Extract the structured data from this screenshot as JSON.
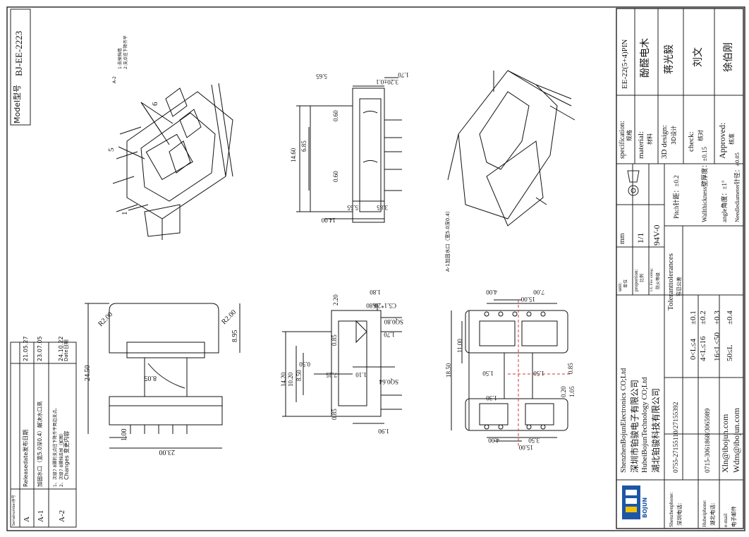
{
  "model": {
    "label": "Model型号",
    "value": "BJ-EE-2223"
  },
  "changes": {
    "title": "Changes 变更内容",
    "date_header": "Date日期",
    "serial_header": "Serialnumber序号",
    "rows": [
      {
        "serial": "A",
        "content": "Releasedate发布日期",
        "date": "21.05.27"
      },
      {
        "serial": "A-1",
        "content": "加固水口（宽5.0深0.4）解决水口高",
        "date": "23.07.05"
      },
      {
        "serial": "A-2",
        "content": "1、次级7 8脚的支点往下降齐平两边支点。",
        "content2": "2、次级7 8脚挡去掉（如图）",
        "date": "24.10.22"
      }
    ]
  },
  "views": {
    "iso_note_a": "A-2",
    "iso_note_1": "1:去掉挡墙",
    "iso_note_2": "2:支点往下降齐平",
    "iso_pin_labels": [
      "6",
      "5",
      "1"
    ],
    "water_gate_note": "A-1加固水口（宽5.0深0.4）",
    "side_dims": {
      "d14_60": "14.60",
      "d6_85": "6.85",
      "d0_60a": "0.60",
      "d0_60b": "0.60",
      "d5_65": "5.65",
      "d1_70": "1.70",
      "d3_20": "3.20±0.1",
      "d3_85": "3.85",
      "d5_55": "5.55",
      "d14_00": "14.00"
    },
    "front_dims": {
      "r2_00a": "R2.00",
      "r2_00b": "R2.00",
      "d24_50": "24.50",
      "d8_95": "8.95",
      "d8_05": "8.05",
      "d1_00": "1.00",
      "d23_00": "23.00"
    },
    "section_dims": {
      "d2_20": "2.20",
      "d0_80a": "0.80",
      "d1_80": "1.80",
      "c5_1": "C5.1*2.6",
      "sq0_80": "SQ0.80",
      "d1_70": "1.70",
      "d0_85a": "0.85",
      "d14_20": "14.20",
      "d10_20": "10.20",
      "d8_50": "8.50",
      "d0_50": "0.50",
      "d7_25": "7.25",
      "d1_10": "1.10",
      "d0_85b": "0.85",
      "sq0_64": "SQ0.64",
      "d1_90": "1.90"
    },
    "bottom_dims": {
      "d15_00a": "15.00",
      "d4_00a": "4.00",
      "d7_00": "7.00",
      "d18_50": "18.50",
      "d11_00": "11.00",
      "d1_50a": "1.50",
      "d1_50b": "1.50",
      "d0_85": "0.85",
      "d1_30": "1.30",
      "d0_20": "0.20",
      "d1_05": "1.05",
      "d4_00b": "4.00",
      "d3_50": "3.50",
      "d15_00b": "15.00"
    }
  },
  "title_block": {
    "specification": {
      "label": "specification:",
      "label_cn": "规格",
      "value": "EE-22(5+4)PIN"
    },
    "material": {
      "label": "material:",
      "label_cn": "材料",
      "value": "酚醛电木"
    },
    "design": {
      "label": "3D design:",
      "label_cn": "3D设计",
      "value": "蒋光毅"
    },
    "check": {
      "label": "check:",
      "label_cn": "核对",
      "value": "刘文"
    },
    "approved": {
      "label": "Approved:",
      "label_cn": "核准",
      "value": "徐伯刚"
    },
    "unit": {
      "label": "unit:",
      "label_cn": "单位",
      "value": "mm"
    },
    "proportion": {
      "label": "proportion:",
      "label_cn": "比例",
      "value": "1/1"
    },
    "fire": {
      "label": "UL Fire rating:",
      "label_cn": "防火等级",
      "value": "94V-0"
    },
    "tolerances": {
      "title": "Toleranttolerances",
      "title_cn": "容忍公差",
      "rows": [
        {
          "range": "0<L≤4",
          "tol": "±0.1"
        },
        {
          "range": "4<L≤16",
          "tol": "±0.2"
        },
        {
          "range": "16<L≤50",
          "tol": "±0.3"
        },
        {
          "range": "50≤L",
          "tol": "±0.4"
        }
      ],
      "notes": [
        "Pitch针距：±0.2",
        "Wallthickness壁厚度：±0.15",
        "angle角度：±1°",
        "Needlediameter针径：±0.05"
      ]
    },
    "company": {
      "name_en": "ShenzhenBojunElectronics CO;Ltd",
      "name_cn": "深圳市铂骏电子有限公司",
      "name_en2": "HubeiBojunTechnology CO;Ltd",
      "name_cn2": "湖北铂骏科技有限公司",
      "logo_text": "BOJUN"
    },
    "contacts": {
      "sz_label": "Shenzhenphone:",
      "sz_label_cn": "深圳电话:",
      "sz_value": "0755-27155110/27155392",
      "hb_label": "Hubeiphone:",
      "hb_label_cn": "湖北电话:",
      "hb_value": "0715-3061868/3065989",
      "email_label": "e-mail",
      "email_label_cn": "电子邮件",
      "email1": "Xln@ibojun.com",
      "email2": "Wdm@ibojun.com"
    }
  }
}
